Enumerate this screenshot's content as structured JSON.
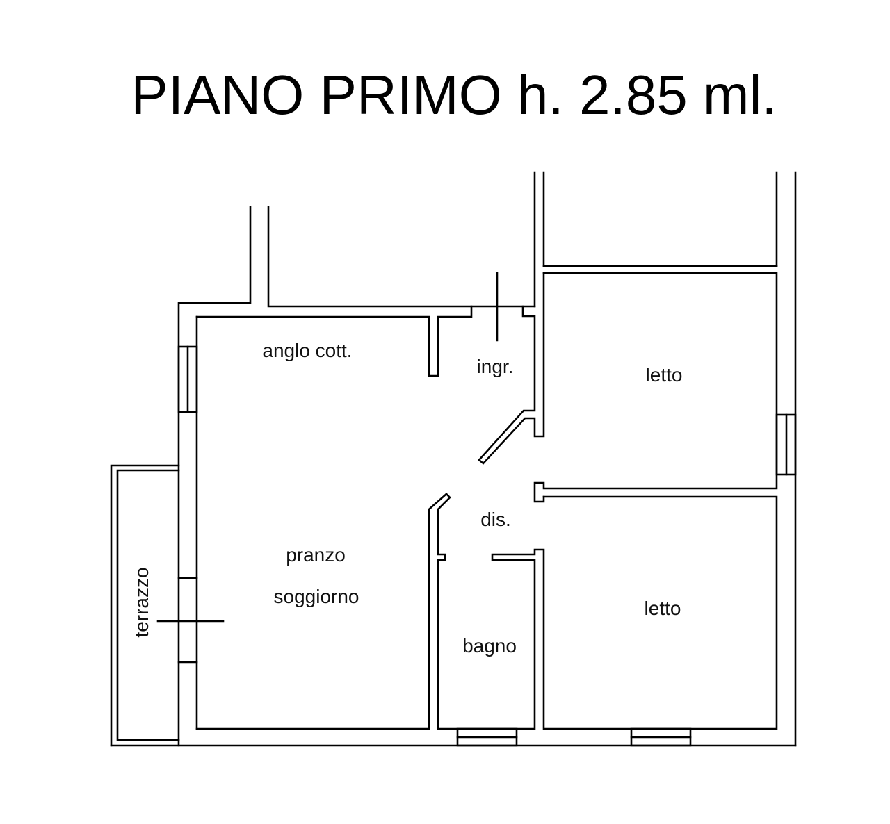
{
  "title": "PIANO PRIMO h. 2.85 ml.",
  "colors": {
    "line": "#000000",
    "background": "#ffffff",
    "text": "#111111"
  },
  "rooms": [
    {
      "id": "angolo-cottura",
      "label": "anglo cott."
    },
    {
      "id": "ingresso",
      "label": "ingr."
    },
    {
      "id": "letto-1",
      "label": "letto"
    },
    {
      "id": "disimpegno",
      "label": "dis."
    },
    {
      "id": "pranzo",
      "label": "pranzo"
    },
    {
      "id": "soggiorno",
      "label": "soggiorno"
    },
    {
      "id": "letto-2",
      "label": "letto"
    },
    {
      "id": "bagno",
      "label": "bagno"
    },
    {
      "id": "terrazzo",
      "label": "terrazzo"
    }
  ]
}
